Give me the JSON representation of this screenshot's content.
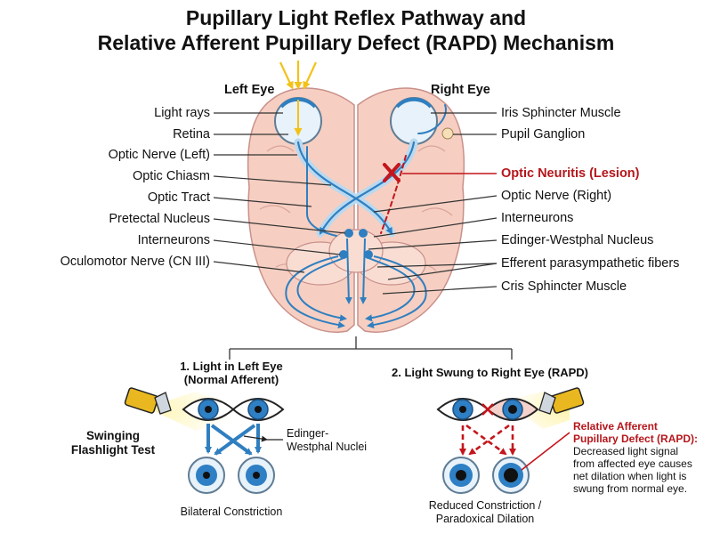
{
  "title": {
    "line1": "Pupillary Light Reflex Pathway and",
    "line2": "Relative Afferent Pupillary Defect (RAPD) Mechanism"
  },
  "eyes": {
    "left": "Left Eye",
    "right": "Right Eye"
  },
  "left_labels": [
    "Light rays",
    "Retina",
    "Optic Nerve (Left)",
    "Optic Chiasm",
    "Optic Tract",
    "Pretectal Nucleus",
    "Interneurons",
    "Oculomotor Nerve (CN III)"
  ],
  "right_labels": [
    "Iris Sphincter Muscle",
    "Pupil Ganglion",
    "Optic Neuritis (Lesion)",
    "Optic Nerve (Right)",
    "Interneurons",
    "Edinger-Westphal Nucleus",
    "Efferent parasympathetic fibers",
    "Cris Sphincter Muscle"
  ],
  "test": {
    "label_line1": "Swinging",
    "label_line2": "Flashlight Test",
    "panel1_title_line1": "1. Light in Left Eye",
    "panel1_title_line2": "(Normal Afferent)",
    "panel1_nuclei_line1": "Edinger-",
    "panel1_nuclei_line2": "Westphal Nuclei",
    "panel1_result": "Bilateral Constriction",
    "panel2_title": "2. Light Swung to Right Eye (RAPD)",
    "panel2_result_line1": "Reduced Constriction /",
    "panel2_result_line2": "Paradoxical Dilation",
    "rapd_title_line1": "Relative Afferent",
    "rapd_title_line2": "Pupillary Defect (RAPD):",
    "rapd_desc_line1": "Decreased light signal",
    "rapd_desc_line2": "from affected eye causes",
    "rapd_desc_line3": "net dilation when light is",
    "rapd_desc_line4": "swung from normal eye."
  },
  "colors": {
    "brain": "#f6cfc2",
    "brain_stroke": "#c9908a",
    "pathway": "#2f7fc0",
    "pathway_light": "#b9d9f0",
    "lesion": "#c4161c",
    "light": "#f3c21a",
    "iris": "#2e7fc4"
  },
  "icons": [
    "flashlight-icon",
    "eye-icon",
    "lesion-x-icon",
    "arrow-icon"
  ]
}
